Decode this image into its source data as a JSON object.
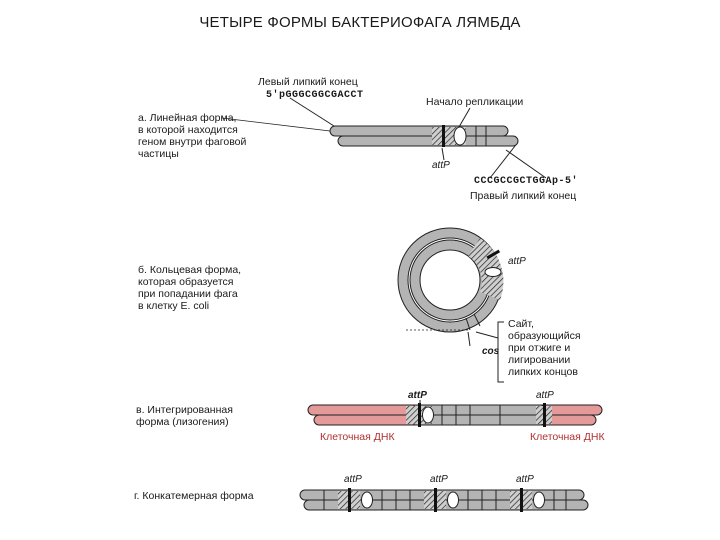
{
  "title": "ЧЕТЫРЕ ФОРМЫ БАКТЕРИОФАГА ЛЯМБДА",
  "panel_a": {
    "caption": "а. Линейная форма,\n    в которой находится\n    геном внутри фаговой\n    частицы",
    "left_end_label": "Левый липкий конец",
    "left_end_seq": "5'pGGGCGGCGACCT",
    "origin_label": "Начало репликации",
    "attp_label": "attP",
    "right_end_seq": "CCCGCCGCTGGAp-5'",
    "right_end_label": "Правый липкий конец"
  },
  "panel_b": {
    "caption": "б. Кольцевая форма,\n    которая образуется\n    при попадании фага\n    в клетку E. coli",
    "attp_label": "attP",
    "cos_label": "cos",
    "site_label": "Сайт,\nобразующийся\nпри отжиге и\nлигировании\nлипких концов"
  },
  "panel_c": {
    "caption": "в. Интегрированная\n    форма (лизогения)",
    "attp_label_1": "attP",
    "attp_label_2": "attP",
    "cell_dna_left": "Клеточная ДНК",
    "cell_dna_right": "Клеточная ДНК"
  },
  "panel_d": {
    "caption": "г. Конкатемерная форма",
    "attp_labels": [
      "attP",
      "attP",
      "attP"
    ]
  },
  "colors": {
    "phage_dna": "#b4b4b4",
    "cell_dna": "#e59a9a",
    "cell_label": "#b03030",
    "outline": "#222222"
  }
}
